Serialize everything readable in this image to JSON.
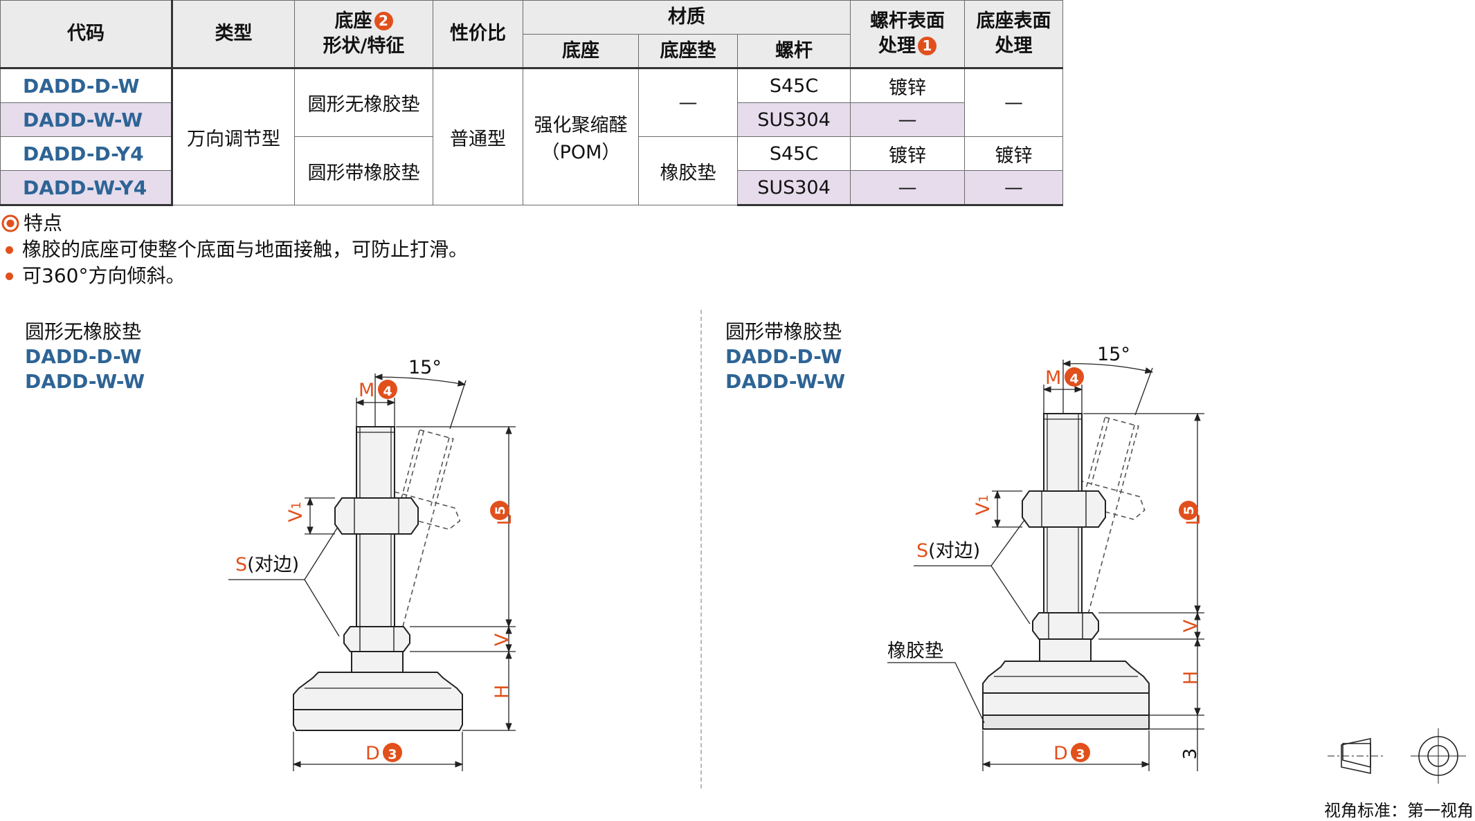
{
  "table": {
    "headers": {
      "code": "代码",
      "type": "类型",
      "base_shape_line1": "底座",
      "base_shape_badge": "2",
      "base_shape_line2": "形状/特征",
      "cost": "性价比",
      "material": "材质",
      "mat_base": "底座",
      "mat_pad": "底座垫",
      "mat_screw": "螺杆",
      "screw_surface_line1": "螺杆表面",
      "screw_surface_line2": "处理",
      "screw_surface_badge": "1",
      "base_surface_line1": "底座表面",
      "base_surface_line2": "处理"
    },
    "codes": [
      "DADD-D-W",
      "DADD-W-W",
      "DADD-D-Y4",
      "DADD-W-Y4"
    ],
    "type_value": "万向调节型",
    "shape_no_pad": "圆形无橡胶垫",
    "shape_with_pad": "圆形带橡胶垫",
    "cost_value": "普通型",
    "base_material_line1": "强化聚缩醛",
    "base_material_line2": "（POM）",
    "pad_none": "—",
    "pad_rubber": "橡胶垫",
    "screw_materials": [
      "S45C",
      "SUS304",
      "S45C",
      "SUS304"
    ],
    "screw_surfaces": [
      "镀锌",
      "—",
      "镀锌",
      "—"
    ],
    "base_surface_top": "—",
    "base_surface_row3": "镀锌",
    "base_surface_row4": "—"
  },
  "features": {
    "title": "特点",
    "items": [
      "橡胶的底座可使整个底面与地面接触，可防止打滑。",
      "可360°方向倾斜。"
    ]
  },
  "left_drawing": {
    "title": "圆形无橡胶垫",
    "codes": [
      "DADD-D-W",
      "DADD-W-W"
    ],
    "angle": "15°",
    "m_label": "M",
    "m_badge": "4",
    "v1_main": "V",
    "v1_sub": "1",
    "s_label": "S",
    "s_note": "(对边)",
    "l_label": "L",
    "l_badge": "5",
    "v_label": "V",
    "h_label": "H",
    "d_label": "D",
    "d_badge": "3"
  },
  "right_drawing": {
    "title": "圆形带橡胶垫",
    "codes": [
      "DADD-D-W",
      "DADD-W-W"
    ],
    "angle": "15°",
    "m_label": "M",
    "m_badge": "4",
    "v1_main": "V",
    "v1_sub": "1",
    "s_label": "S",
    "s_note": "(对边)",
    "l_label": "L",
    "l_badge": "5",
    "v_label": "V",
    "h_label": "H",
    "pad_label": "橡胶垫",
    "d_label": "D",
    "d_badge": "3",
    "pad_thickness": "3"
  },
  "view_standard": "视角标准：第一视角",
  "colors": {
    "code_blue": "#2e6495",
    "accent_orange": "#e1501c",
    "row_purple": "#e6dcec",
    "header_gray": "#ebebeb"
  }
}
